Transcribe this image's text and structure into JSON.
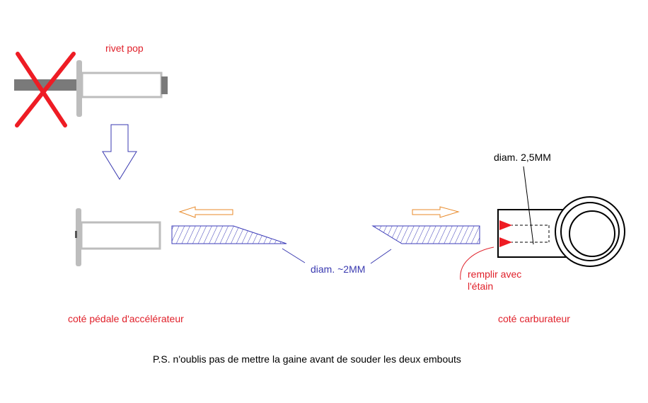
{
  "labels": {
    "rivet_pop": "rivet pop",
    "diam_2_5mm": "diam. 2,5MM",
    "diam_2mm": "diam. ~2MM",
    "remplir_line1": "remplir avec",
    "remplir_line2": "l'étain",
    "cote_pedale": "coté pédale d'accélérateur",
    "cote_carburateur": "coté carburateur",
    "ps_note": "P.S. n'oublis pas de mettre la gaine avant de souder les deux embouts"
  },
  "colors": {
    "red_text": "#e0202a",
    "blue_text": "#3a3ab0",
    "hatch_blue": "#3b3bb8",
    "arrow_orange": "#e88a2a",
    "gray_rivet": "#bdbdbd",
    "gray_mandrel": "#7a7a7a",
    "cross_red": "#ee1c24",
    "black": "#000000"
  }
}
